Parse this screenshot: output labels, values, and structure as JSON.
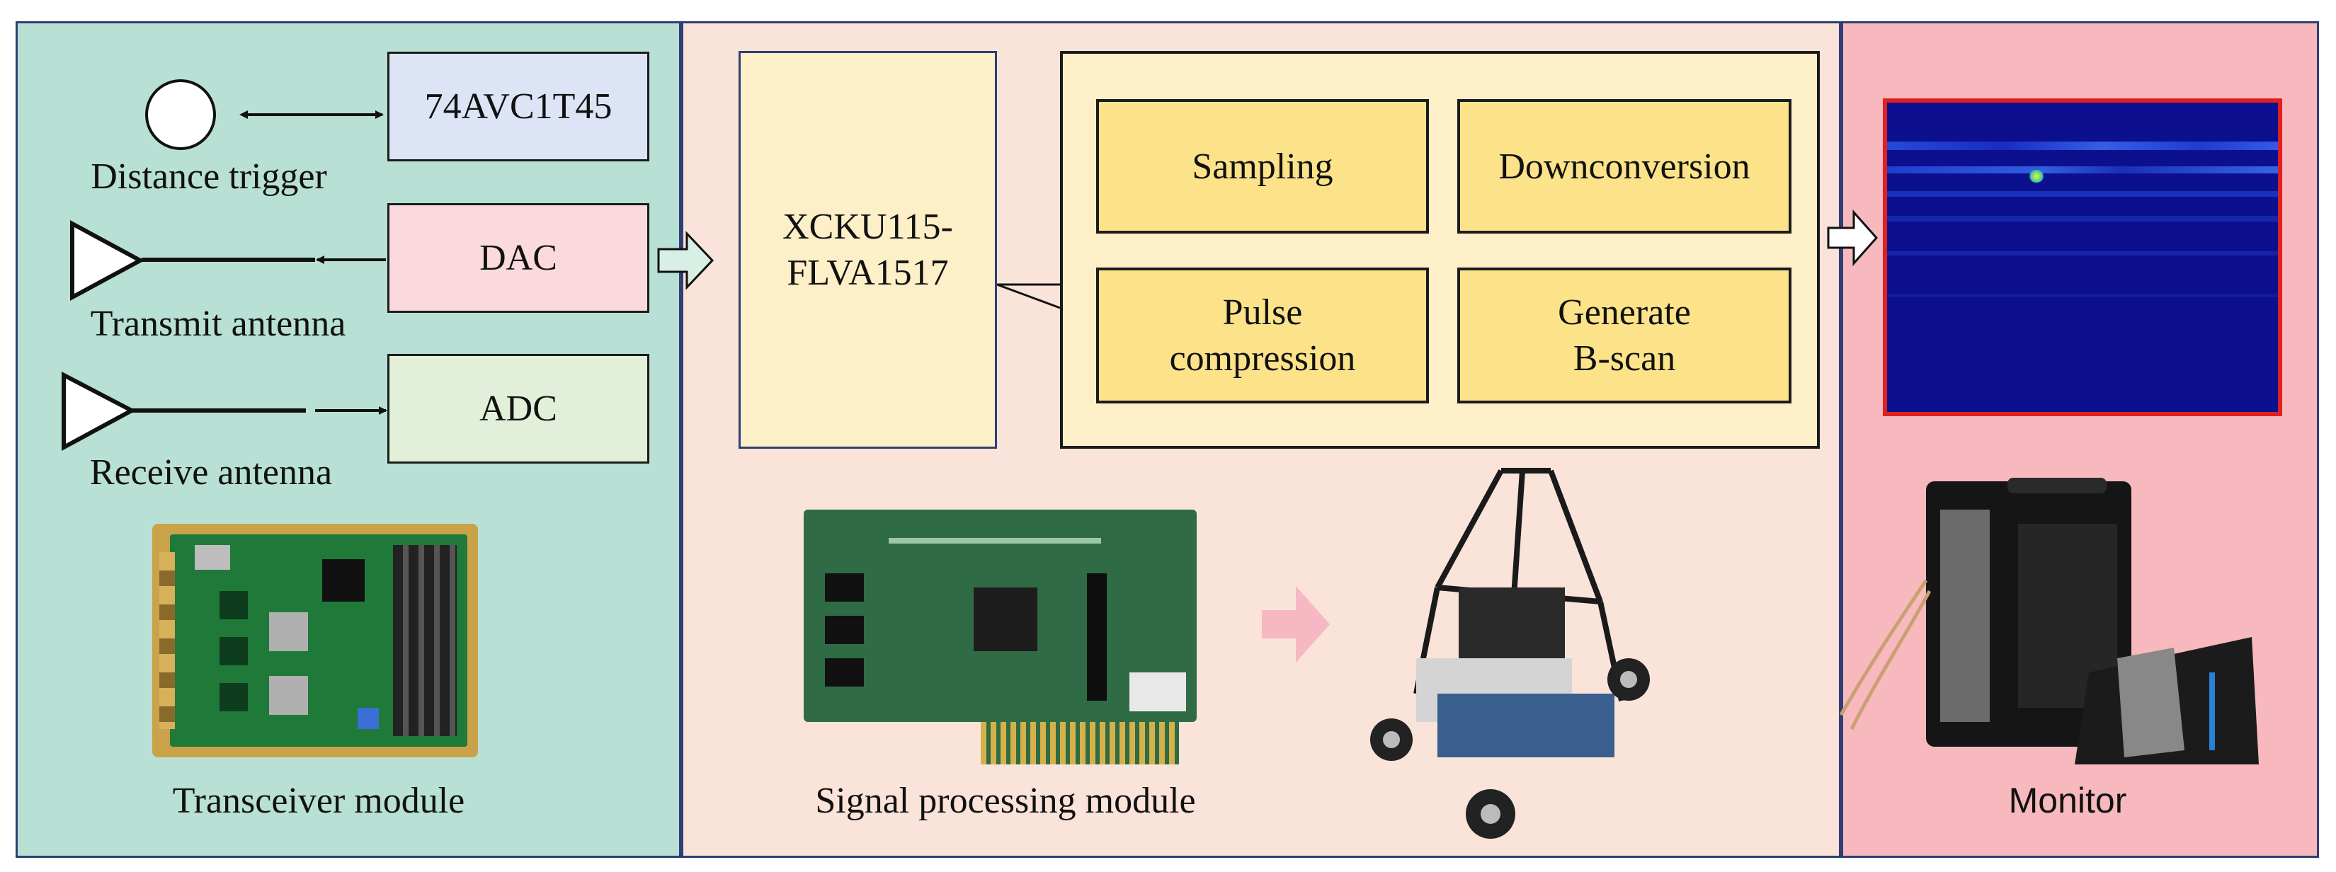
{
  "colors": {
    "transceiver_bg": "#b8e0d4",
    "processing_bg": "#fae3d9",
    "monitor_bg": "#f7b9bd",
    "panel_border": "#2f3f73",
    "chip_box": "#dce4f5",
    "dac_box": "#fadadd",
    "adc_box": "#e2efd9",
    "fpga_box": "#fdefc8",
    "step_box": "#fce38a",
    "bscan_border": "#e02020"
  },
  "transceiver": {
    "distance_trigger_label": "Distance trigger",
    "chip_label": "74AVC1T45",
    "dac_label": "DAC",
    "transmit_antenna_label": "Transmit antenna",
    "adc_label": "ADC",
    "receive_antenna_label": "Receive antenna",
    "module_caption": "Transceiver module"
  },
  "processing": {
    "fpga_line1": "XCKU115-",
    "fpga_line2": "FLVA1517",
    "steps": {
      "sampling": "Sampling",
      "downconversion": "Downconversion",
      "pulse_line1": "Pulse",
      "pulse_line2": "compression",
      "generate_line1": "Generate",
      "generate_line2": "B-scan"
    },
    "module_caption": "Signal processing module"
  },
  "monitor": {
    "caption": "Monitor"
  },
  "icons": [
    "circle-trigger-icon",
    "antenna-icon",
    "hollow-arrow-icon",
    "pink-arrow-icon",
    "circuit-board-image",
    "gpr-cart-image",
    "rugged-laptop-image",
    "b-scan-image"
  ]
}
